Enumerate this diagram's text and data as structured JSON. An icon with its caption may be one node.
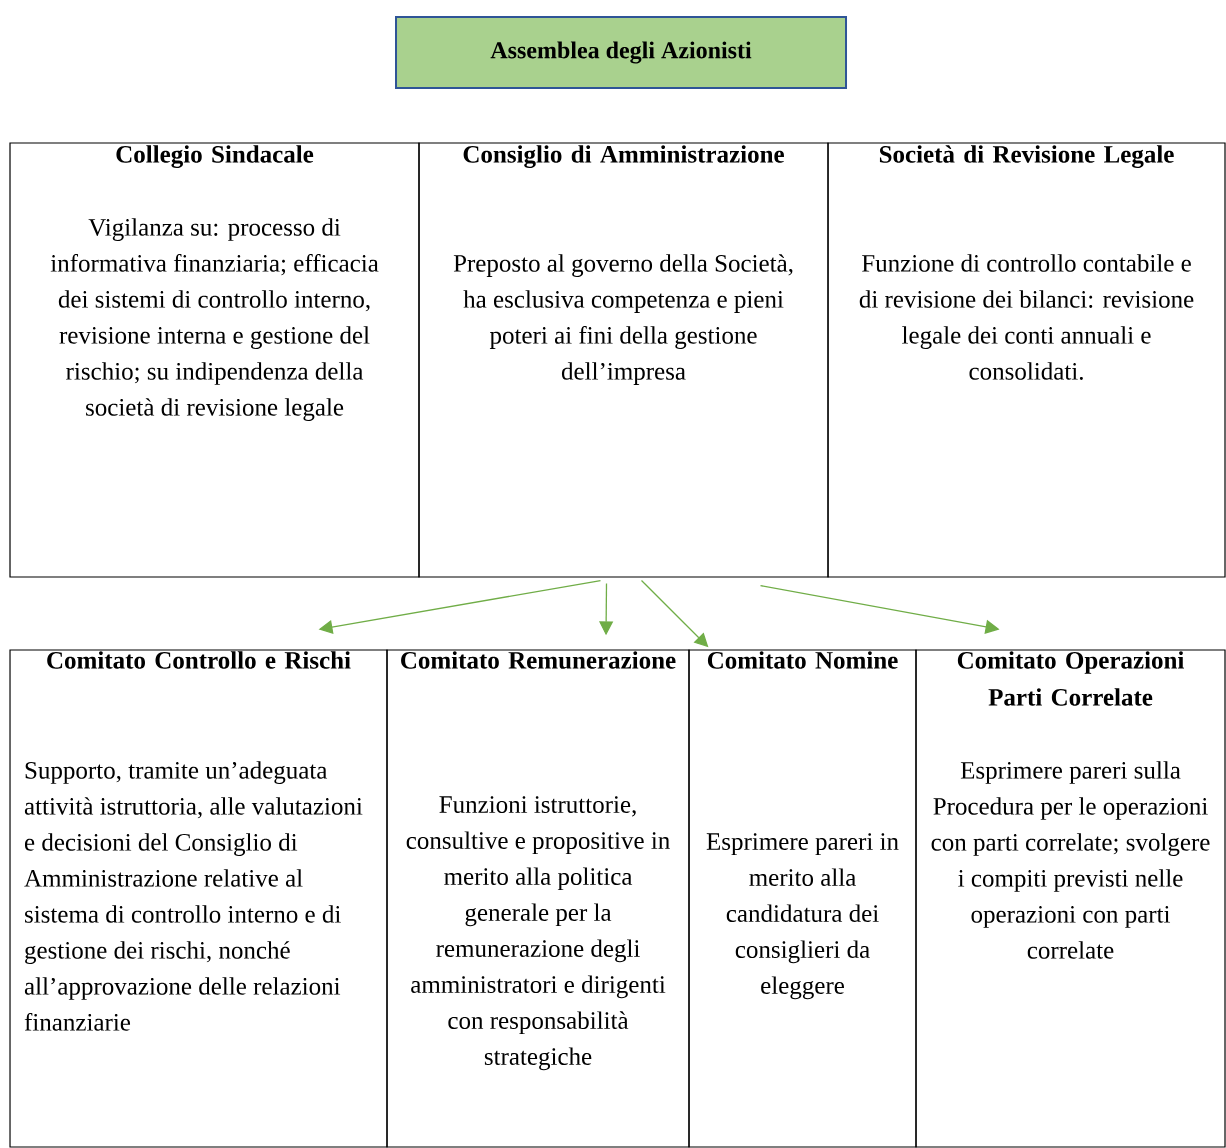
{
  "diagram": {
    "nodes": [
      {
        "text": [
          "Assemblea degli Azionisti"
        ]
      },
      {
        "text": [
          "Collegio Sindacale",
          "Vigilanza su: processo di informativa finanziaria; efficacia dei sistemi di controllo interno, revisione interna e gestione del rischio; su indipendenza della società di revisione legale"
        ]
      },
      {
        "text": [
          "Consiglio di Amministrazione",
          "Preposto al governo della Società, ha esclusiva competenza e pieni poteri ai fini della gestione dell’impresa"
        ]
      },
      {
        "text": [
          "Società di Revisione Legale",
          "Funzione di controllo contabile e di revisione dei bilanci: revisione legale dei conti annuali e consolidati."
        ]
      },
      {
        "text": [
          "Comitato Controllo e Rischi",
          "Supporto, tramite un’adeguata attività istruttoria, alle valutazioni e decisioni del Consiglio di Amministrazione relative al sistema di controllo interno e di gestione dei rischi, nonché all’approvazione delle relazioni finanziarie"
        ]
      },
      {
        "text": [
          "Comitato Remunerazione",
          "Funzioni istruttorie, consultive e propositive in merito alla politica generale per la remunerazione degli amministratori e dirigenti con responsabilità strategiche"
        ]
      },
      {
        "text": [
          "Comitato Nomine",
          "Esprimere pareri in merito alla candidatura dei consiglieri da eleggere"
        ]
      },
      {
        "text": [
          "Comitato Operazioni Parti Correlate",
          "Esprimere pareri sulla Procedura per le operazioni con parti correlate; svolgere i compiti previsti nelle operazioni con parti correlate"
        ]
      }
    ],
    "edges": [
      {
        "from": 2,
        "to": 4,
        "arrow": "to"
      },
      {
        "from": 2,
        "to": 5,
        "arrow": "to"
      },
      {
        "from": 2,
        "to": 6,
        "arrow": "to"
      },
      {
        "from": 2,
        "to": 7,
        "arrow": "to"
      }
    ]
  }
}
